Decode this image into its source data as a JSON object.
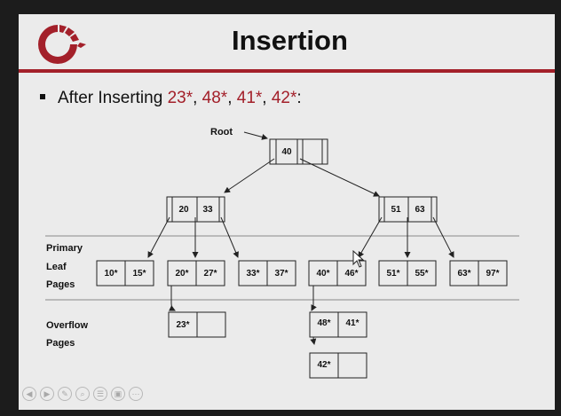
{
  "slide": {
    "title": "Insertion",
    "bullet": {
      "prefix": "After Inserting ",
      "items": [
        "23*",
        "48*",
        "41*",
        "42*"
      ],
      "separator": ", ",
      "suffix": ":"
    }
  },
  "labels": {
    "root": "Root",
    "primary": "Primary",
    "leaf": "Leaf",
    "pages": "Pages",
    "overflow": "Overflow",
    "overflow_pages": "Pages"
  },
  "tree": {
    "root_keys": [
      "40"
    ],
    "internal_left_keys": [
      "20",
      "33"
    ],
    "internal_right_keys": [
      "51",
      "63"
    ],
    "leaves": [
      [
        "10*",
        "15*"
      ],
      [
        "20*",
        "27*"
      ],
      [
        "33*",
        "37*"
      ],
      [
        "40*",
        "46*"
      ],
      [
        "51*",
        "55*"
      ],
      [
        "63*",
        "97*"
      ]
    ],
    "overflow_pages": [
      [
        "23*",
        ""
      ],
      [
        "48*",
        "41*"
      ],
      [
        "42*",
        ""
      ]
    ]
  },
  "colors": {
    "accent": "#a3202a",
    "slide_background": "#ebebeb",
    "frame_background": "#1c1c1c"
  },
  "toolbar_icons": [
    "prev-icon",
    "next-icon",
    "pen-icon",
    "zoom-icon",
    "menu-icon",
    "video-icon",
    "more-icon"
  ]
}
